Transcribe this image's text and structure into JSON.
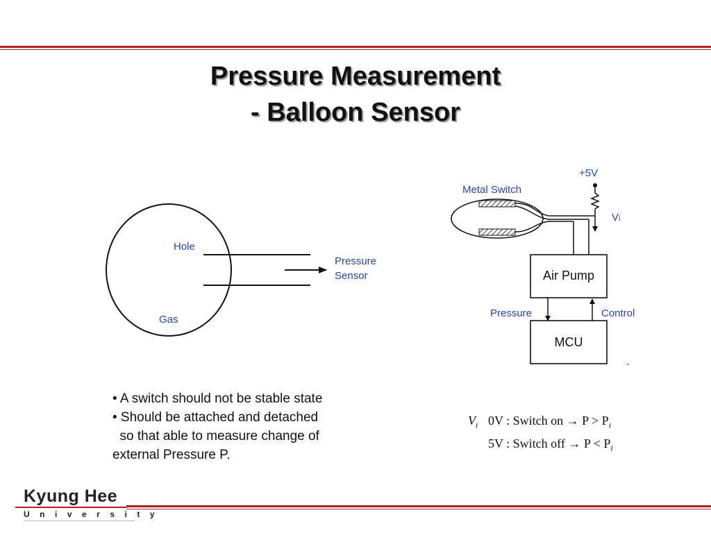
{
  "title": {
    "line1": "Pressure Measurement",
    "line2": "- Balloon Sensor"
  },
  "left_diagram": {
    "hole_label": "Hole",
    "gas_label": "Gas",
    "sensor_label_line1": "Pressure",
    "sensor_label_line2": "Sensor"
  },
  "right_diagram": {
    "supply_label": "+5V",
    "switch_label": "Metal Switch",
    "vi_label": "V",
    "vi_sub": "i",
    "pump_label": "Air Pump",
    "mcu_label": "MCU",
    "pressure_label": "Pressure",
    "control_label": "Control",
    "backtick": "`"
  },
  "bullets": [
    "• A switch should not be stable state",
    "• Should be attached and detached",
    "  so that able to measure change of",
    "external Pressure P."
  ],
  "equation": {
    "var": "V",
    "var_sub": "i",
    "row1": "0V : Switch on  →  P > P",
    "row1_sub": "i",
    "row2": "5V : Switch off  →  P < P",
    "row2_sub": "i"
  },
  "logo": {
    "name": "Kyung Hee",
    "sub": "University"
  },
  "colors": {
    "accent": "#b01e1e",
    "label_blue": "#2b45a0"
  }
}
